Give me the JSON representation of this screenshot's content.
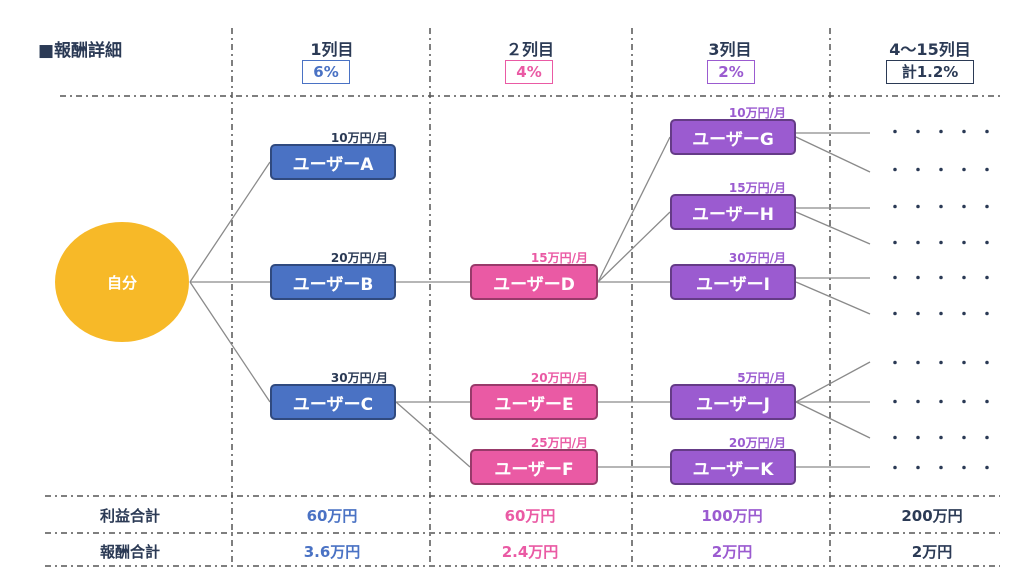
{
  "title": "■報酬詳細",
  "colors": {
    "blue": "#4a72c4",
    "pink": "#ea5aa4",
    "purple": "#9b5bd0",
    "gold": "#f7b928",
    "navy": "#2b3a55"
  },
  "columns": [
    {
      "header": "1列目",
      "rate": "6%"
    },
    {
      "header": "２列目",
      "rate": "4%"
    },
    {
      "header": "3列目",
      "rate": "2%"
    },
    {
      "header": "4～15列目",
      "rate": "計1.2%"
    }
  ],
  "self_label": "自分",
  "users": {
    "A": {
      "label": "ユーザーA",
      "amount": "10万円/月"
    },
    "B": {
      "label": "ユーザーB",
      "amount": "20万円/月"
    },
    "C": {
      "label": "ユーザーC",
      "amount": "30万円/月"
    },
    "D": {
      "label": "ユーザーD",
      "amount": "15万円/月"
    },
    "E": {
      "label": "ユーザーE",
      "amount": "20万円/月"
    },
    "F": {
      "label": "ユーザーF",
      "amount": "25万円/月"
    },
    "G": {
      "label": "ユーザーG",
      "amount": "10万円/月"
    },
    "H": {
      "label": "ユーザーH",
      "amount": "15万円/月"
    },
    "I": {
      "label": "ユーザーI",
      "amount": "30万円/月"
    },
    "J": {
      "label": "ユーザーJ",
      "amount": "5万円/月"
    },
    "K": {
      "label": "ユーザーK",
      "amount": "20万円/月"
    }
  },
  "continuation": "・・・・・",
  "totals": {
    "profit_label": "利益合計",
    "reward_label": "報酬合計",
    "profit": [
      "60万円",
      "60万円",
      "100万円",
      "200万円"
    ],
    "reward": [
      "3.6万円",
      "2.4万円",
      "2万円",
      "2万円"
    ]
  }
}
